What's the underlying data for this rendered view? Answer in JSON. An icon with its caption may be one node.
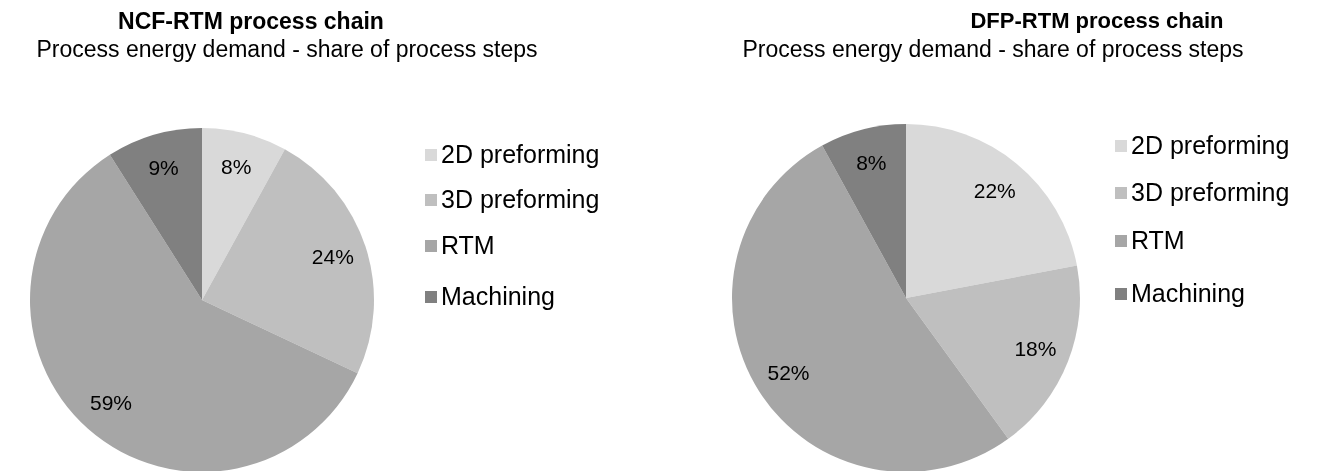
{
  "diagram": {
    "labels": [
      "Process energy demand - share of process steps",
      "Process energy demand - share of process steps"
    ],
    "chart_data": [
      {
        "type": "pie",
        "title": "NCF-RTM process chain",
        "categories": [
          "2D preforming",
          "3D preforming",
          "RTM",
          "Machining"
        ],
        "colors": [
          "#d9d9d9",
          "#bfbfbf",
          "#a6a6a6",
          "#808080"
        ],
        "values": [
          8,
          24,
          59,
          9
        ],
        "value_labels": [
          "8%",
          "24%",
          "59%",
          "9%"
        ],
        "legend": "right"
      },
      {
        "type": "pie",
        "title": "DFP-RTM process chain",
        "categories": [
          "2D preforming",
          "3D preforming",
          "RTM",
          "Machining"
        ],
        "colors": [
          "#d9d9d9",
          "#bfbfbf",
          "#a6a6a6",
          "#808080"
        ],
        "values": [
          22,
          18,
          52,
          8
        ],
        "value_labels": [
          "22%",
          "18%",
          "52%",
          "8%"
        ],
        "legend": "right"
      }
    ]
  }
}
